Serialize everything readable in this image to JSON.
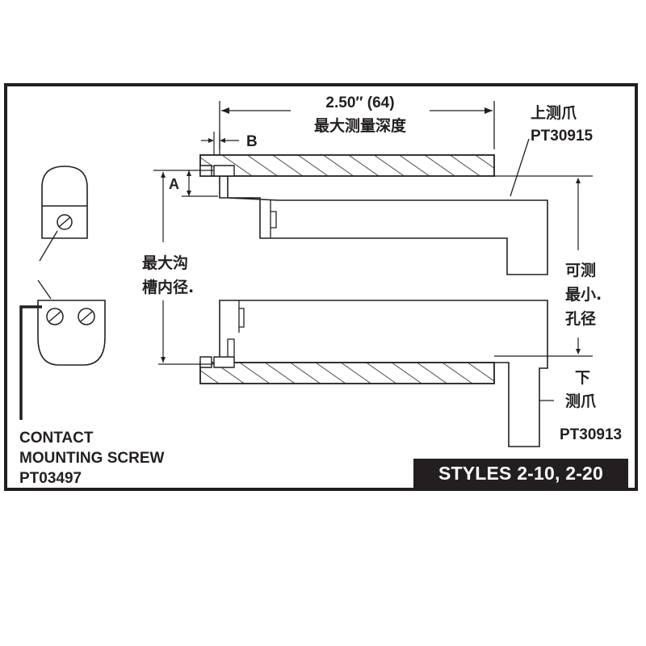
{
  "depth": {
    "dimension": "2.50″ (64)",
    "caption": "最大测量深度"
  },
  "labels": {
    "b": "B",
    "a": "A"
  },
  "upper_jaw": {
    "name": "上测爪",
    "part": "PT30915"
  },
  "lower_jaw": {
    "line1": "下",
    "line2": "测爪",
    "part": "PT30913"
  },
  "groove": {
    "line1": "最大沟",
    "line2": "槽内径."
  },
  "min_bore": {
    "line1": "可测",
    "line2": "最小.",
    "line3": "孔径"
  },
  "screw": {
    "line1": "CONTACT",
    "line2": "MOUNTING SCREW",
    "line3": "PT03497"
  },
  "banner": "STYLES 2-10, 2-20",
  "colors": {
    "ink": "#231f20",
    "background": "#ffffff"
  }
}
